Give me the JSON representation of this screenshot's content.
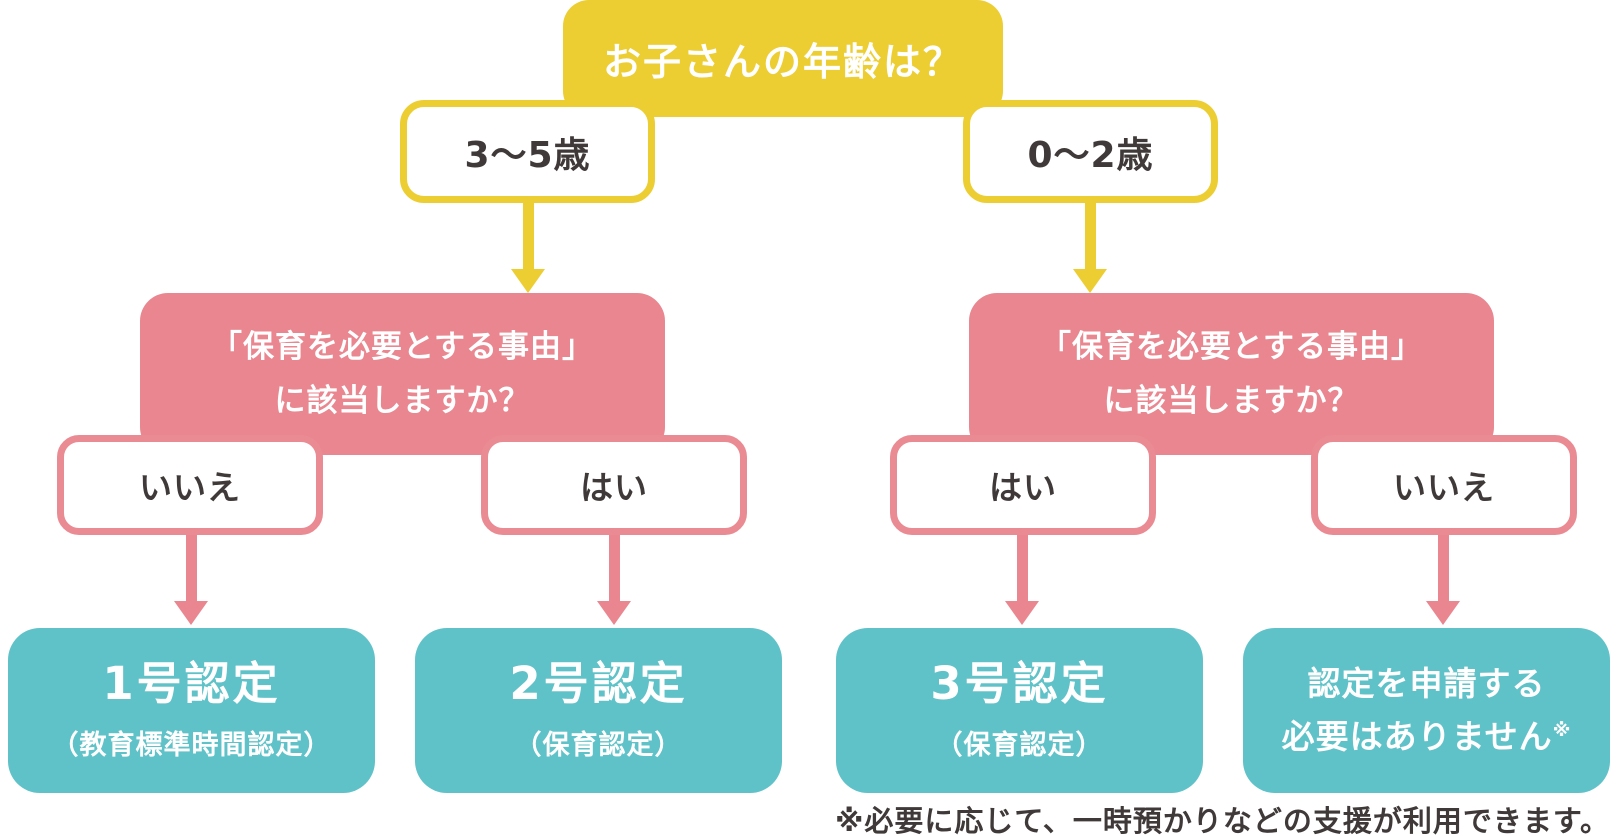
{
  "flowchart": {
    "root": {
      "label": "お子さんの年齢は？"
    },
    "branches": [
      {
        "label": "3〜5歳"
      },
      {
        "label": "0〜2歳"
      }
    ],
    "question": {
      "line1": "「保育を必要とする事由」",
      "line2": "に該当しますか？"
    },
    "options": {
      "no": "いいえ",
      "yes": "はい"
    },
    "results": [
      {
        "title": "1号認定",
        "subtitle": "（教育標準時間認定）"
      },
      {
        "title": "2号認定",
        "subtitle": "（保育認定）"
      },
      {
        "title": "3号認定",
        "subtitle": "（保育認定）"
      },
      {
        "line1": "認定を申請する",
        "line2": "必要はありません",
        "marker": "※"
      }
    ],
    "footnote": "※必要に応じて、一時預かりなどの支援が利用できます。",
    "colors": {
      "yellow": "#ECCE32",
      "pink": "#E9868F",
      "pink_border": "#EA8A93",
      "teal": "#5FC2C8",
      "text_dark": "#3F3A39",
      "text_light": "#FFFFFF"
    }
  }
}
